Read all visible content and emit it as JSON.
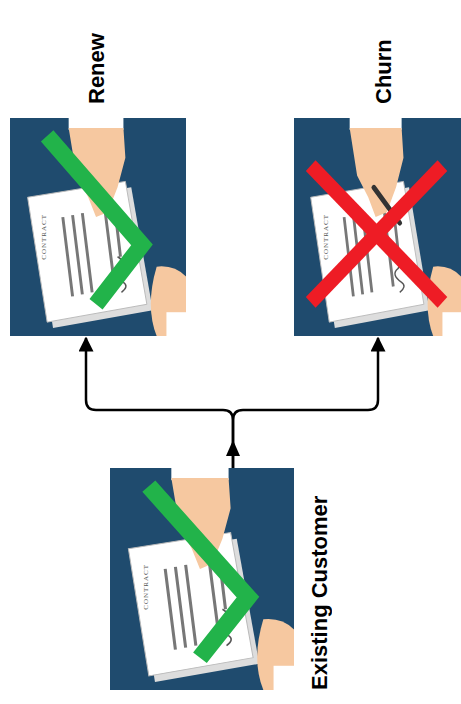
{
  "diagram": {
    "nodes": [
      {
        "text": [
          "Existing Customer"
        ]
      },
      {
        "text": [
          "Renew"
        ]
      },
      {
        "text": [
          "Churn"
        ]
      }
    ],
    "edges": [
      {
        "from": 0,
        "to": 1,
        "arrow": "to"
      },
      {
        "from": 0,
        "to": 2,
        "arrow": "to"
      }
    ],
    "labels": [
      "CONTRACT",
      "CONTRACT",
      "CONTRACT"
    ]
  }
}
